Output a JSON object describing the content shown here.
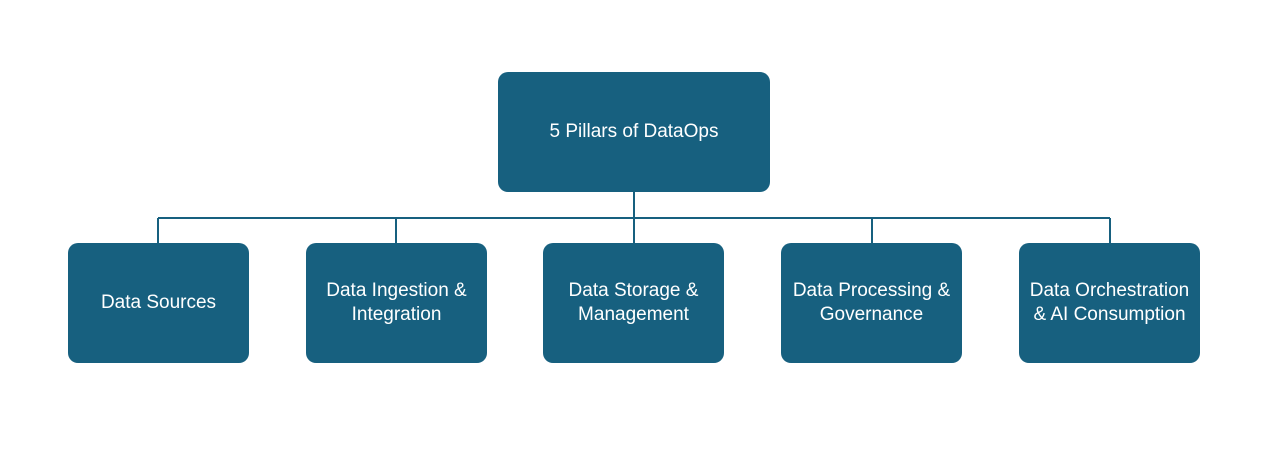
{
  "diagram": {
    "type": "hierarchy",
    "root": {
      "label": "5 Pillars of DataOps"
    },
    "children": [
      {
        "label": "Data Sources"
      },
      {
        "label": "Data Ingestion & Integration"
      },
      {
        "label": "Data Storage & Management"
      },
      {
        "label": "Data Processing & Governance"
      },
      {
        "label": "Data Orchestration & AI Consumption"
      }
    ],
    "colors": {
      "node_fill": "#17607f",
      "node_text": "#ffffff",
      "connector": "#17607f"
    }
  }
}
